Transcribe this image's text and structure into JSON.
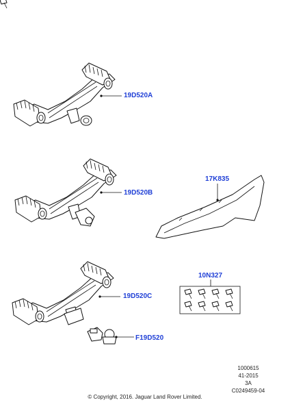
{
  "callouts": {
    "tow_bar_a": "19D520A",
    "tow_bar_b": "19D520B",
    "tow_bar_c": "19D520C",
    "tow_ball": "F19D520",
    "bumper_trim": "17K835",
    "bolt_kit": "10N327"
  },
  "meta": {
    "line1": "1000615",
    "line2": "41-2015",
    "line3": "3A",
    "line4": "C0249459-04"
  },
  "copyright": "© Copyright, 2016. Jaguar Land Rover Limited."
}
